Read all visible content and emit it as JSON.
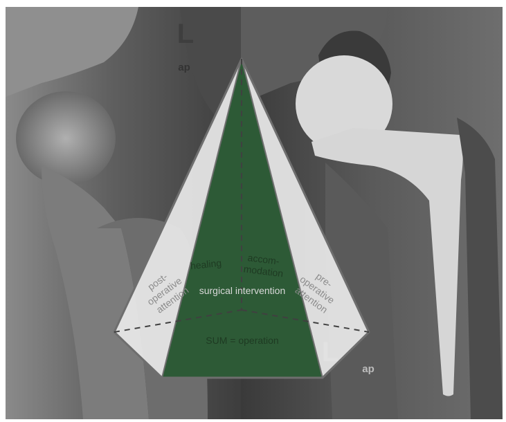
{
  "xray": {
    "left_marker": "L",
    "left_view": "ap",
    "right_marker": "L",
    "right_view": "ap"
  },
  "pyramid": {
    "faces": {
      "left_lower": [
        "post-",
        "operative",
        "attention"
      ],
      "right_lower": [
        "pre-",
        "operative",
        "attention"
      ],
      "center_left": "healing",
      "center_right": [
        "accom-",
        "modation"
      ],
      "center_middle": "surgical intervention",
      "base": "SUM = operation"
    }
  },
  "colors": {
    "center_face": "#2d5a36",
    "side_face": "#e9e9e9",
    "outline": "#6e6e6e",
    "dashes": "#404040",
    "dark_text": "#1e3a22",
    "light_text": "#d9d9d9",
    "side_text": "#8c8c8c"
  }
}
